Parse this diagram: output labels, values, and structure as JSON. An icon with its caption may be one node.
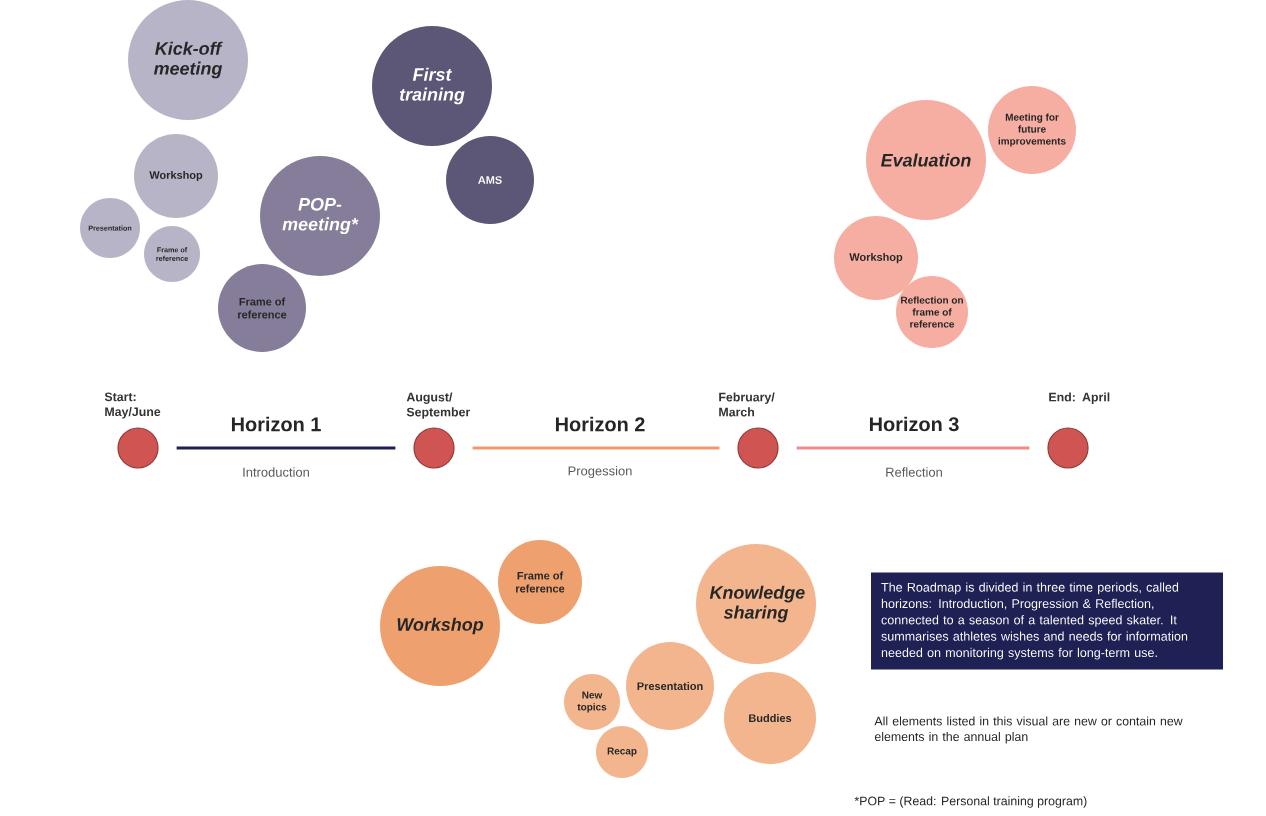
{
  "diagram": {
    "nodes": [
      {
        "text": [
          "Kick-off meeting"
        ]
      },
      {
        "text": [
          "Workshop"
        ]
      },
      {
        "text": [
          "Presentation"
        ]
      },
      {
        "text": [
          "Frame of reference"
        ]
      },
      {
        "text": [
          "POP-meeting*"
        ]
      },
      {
        "text": [
          "Frame of reference"
        ]
      },
      {
        "text": [
          "First training"
        ]
      },
      {
        "text": [
          "AMS"
        ]
      },
      {
        "text": [
          "Evaluation"
        ]
      },
      {
        "text": [
          "Meeting for future improvements"
        ]
      },
      {
        "text": [
          "Workshop"
        ]
      },
      {
        "text": [
          "Reflection on frame of reference"
        ]
      },
      {
        "text": [],
        "shape": "circle",
        "beside": [
          "Start: May/June"
        ]
      },
      {
        "text": [],
        "shape": "circle",
        "beside": [
          "August/ September"
        ]
      },
      {
        "text": [],
        "shape": "circle",
        "beside": [
          "February/ March"
        ]
      },
      {
        "text": [],
        "shape": "circle",
        "beside": [
          "End: April"
        ]
      },
      {
        "text": [
          "Workshop"
        ]
      },
      {
        "text": [
          "Frame of reference"
        ]
      },
      {
        "text": [
          "Knowledge sharing"
        ]
      },
      {
        "text": [
          "New topics"
        ]
      },
      {
        "text": [
          "Presentation"
        ]
      },
      {
        "text": [
          "Buddies"
        ]
      },
      {
        "text": [
          "Recap"
        ]
      },
      {
        "text": [
          "The Roadmap is divided in three time periods, called horizons: Introduction, Progression & Reflection, connected to a season of a talented speed skater. It summarises athletes wishes and needs for information needed on monitoring systems for long-term use."
        ]
      }
    ],
    "edges": [
      {
        "from": 12,
        "to": 13,
        "arrow": "none",
        "label": "Horizon 1",
        "color": "#1f2155"
      },
      {
        "from": 13,
        "to": 14,
        "arrow": "none",
        "label": "Horizon 2",
        "color": "#ef9a69"
      },
      {
        "from": 14,
        "to": 15,
        "arrow": "none",
        "label": "Horizon 3",
        "color": "#f38a8a"
      }
    ],
    "labels": [
      "Introduction",
      "Progession",
      "Reflection",
      "All elements listed in this visual are new or contain new elements in the annual plan",
      "*POP = (Read: Personal training program)"
    ]
  }
}
